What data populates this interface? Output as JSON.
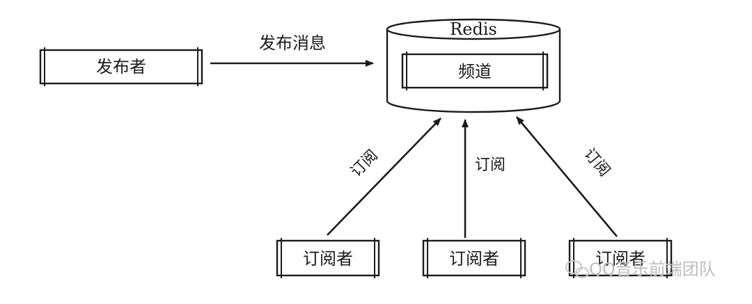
{
  "publisher": {
    "label": "发布者"
  },
  "publish_edge": {
    "label": "发布消息"
  },
  "redis": {
    "title": "Redis",
    "channel_label": "频道"
  },
  "subscribers": [
    {
      "label": "订阅者",
      "edge_label": "订阅"
    },
    {
      "label": "订阅者",
      "edge_label": "订阅"
    },
    {
      "label": "订阅者",
      "edge_label": "订阅"
    }
  ],
  "watermark": {
    "text": "QQ音乐前端团队"
  }
}
